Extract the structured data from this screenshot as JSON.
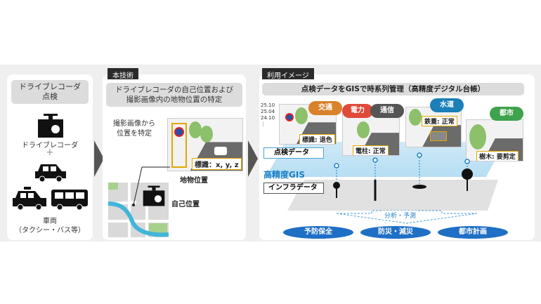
{
  "left": {
    "header": "ドライブレコーダ\n点検",
    "dashcam_label": "ドライブレコーダ",
    "plus": "+",
    "vehicle_label": "車両",
    "vehicle_sub": "（タクシー・バス等）"
  },
  "middle": {
    "tag": "本技術",
    "header": "ドライブレコーダの自己位置および\n撮影画像内の地物位置の特定",
    "locate_text": "撮影画像から\n位置を特定",
    "sign_label": "標識：x, y, z",
    "object_position": "地物位置",
    "self_position": "自己位置"
  },
  "right": {
    "tag": "利用イメージ",
    "header": "点検データをGISで時系列管理（高精度デジタル台帳）",
    "dates": [
      "25.10",
      "25.04",
      "24.10",
      "⋮"
    ],
    "categories": [
      {
        "label": "交通",
        "color": "#d9822b"
      },
      {
        "label": "電力",
        "color": "#e04a3a"
      },
      {
        "label": "通信",
        "color": "#555555"
      },
      {
        "label": "水道",
        "color": "#1b7fb8"
      },
      {
        "label": "都市",
        "color": "#3fa34d"
      }
    ],
    "photo_labels": [
      "標識: 退色",
      "電柱: 正常",
      "鉄蓋: 正常",
      "樹木: 要剪定"
    ],
    "inspection_data": "点検データ",
    "gis_label": "高精度GIS",
    "infra_data": "インフラデータ",
    "analysis": "分析・予測",
    "outcomes": [
      "予防保全",
      "防災・減災",
      "都市計画"
    ]
  }
}
